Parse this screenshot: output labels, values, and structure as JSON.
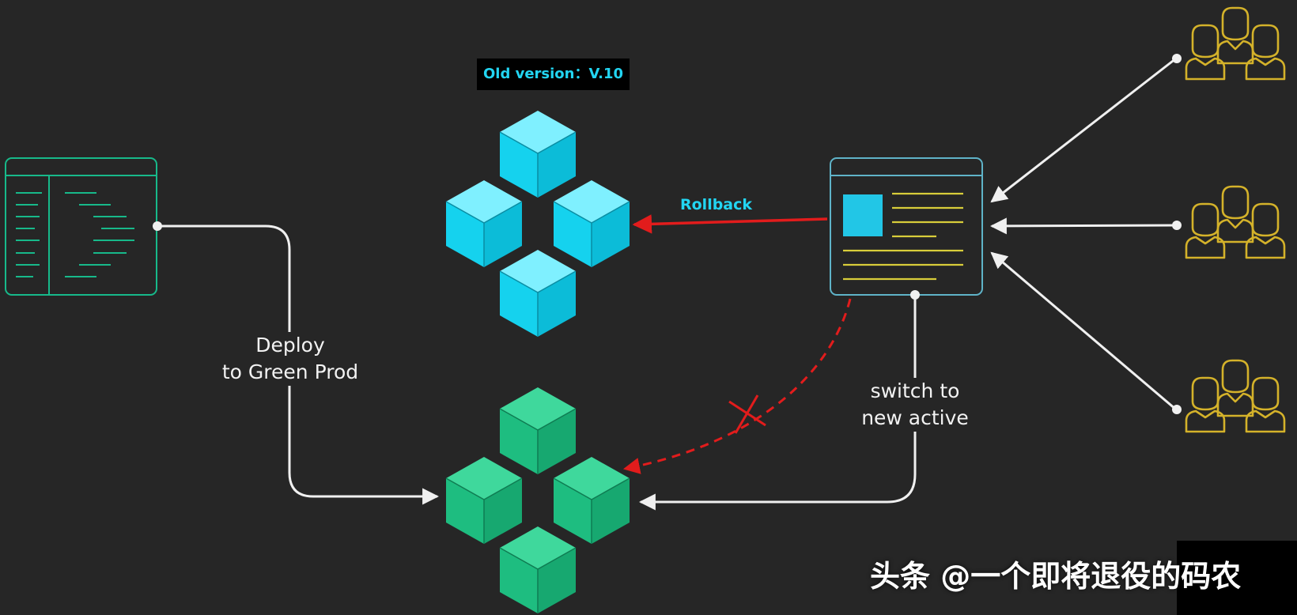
{
  "labels": {
    "old_version": "Old version：V.10",
    "rollback": "Rollback",
    "deploy_line1": "Deploy",
    "deploy_line2": "to Green Prod",
    "switch_line1": "switch to",
    "switch_line2": "new active"
  },
  "watermark": "头条 @一个即将退役的码农",
  "colors": {
    "background": "#262626",
    "blue": "#22d5f2",
    "green": "#1fbf82",
    "code_border": "#17b98a",
    "panel_border": "#5fb3c8",
    "user_outline": "#d4b22a",
    "panel_lines": "#d8cd3a",
    "arrow": "#f0f0f0",
    "rollback_arrow": "#e21c1c"
  }
}
